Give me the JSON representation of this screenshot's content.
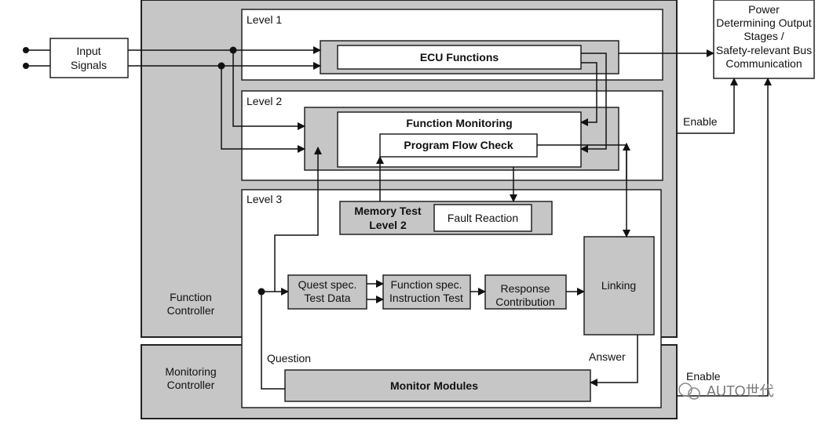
{
  "input_box": {
    "line1": "Input",
    "line2": "Signals"
  },
  "power_box": {
    "lines": [
      "Power",
      "Determining Output",
      "Stages /",
      "Safety-relevant Bus",
      "Communication"
    ]
  },
  "levels": {
    "level1": "Level 1",
    "level2": "Level 2",
    "level3": "Level 3"
  },
  "blocks": {
    "ecu_functions": "ECU Functions",
    "function_monitoring": "Function Monitoring",
    "program_flow_check": "Program Flow Check",
    "memory_test_1": "Memory Test",
    "memory_test_2": "Level 2",
    "fault_reaction": "Fault Reaction",
    "quest_1": "Quest spec.",
    "quest_2": "Test Data",
    "funcspec_1": "Function spec.",
    "funcspec_2": "Instruction Test",
    "response_1": "Response",
    "response_2": "Contribution",
    "linking": "Linking",
    "monitor_modules": "Monitor Modules"
  },
  "side_labels": {
    "function_controller_1": "Function",
    "function_controller_2": "Controller",
    "monitoring_controller_1": "Monitoring",
    "monitoring_controller_2": "Controller",
    "question": "Question",
    "answer": "Answer",
    "enable_top": "Enable",
    "enable_bottom": "Enable"
  },
  "watermark": "AUTO世代"
}
